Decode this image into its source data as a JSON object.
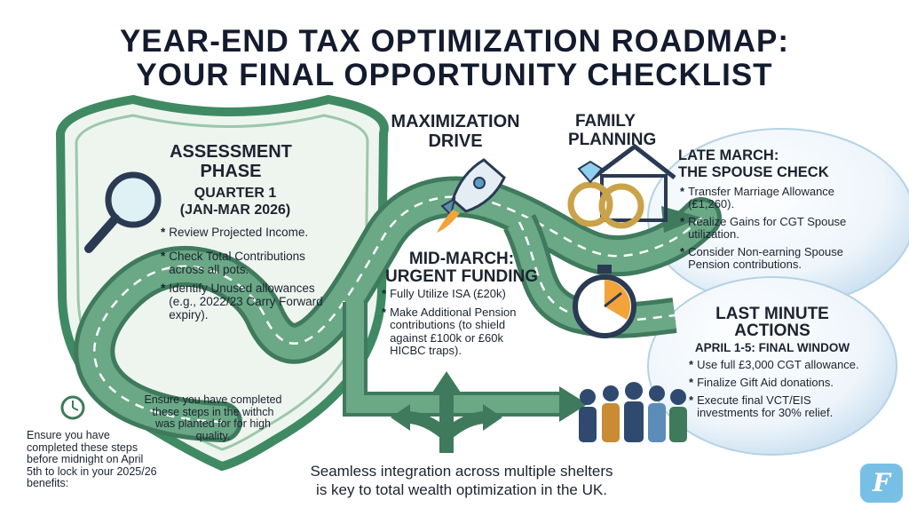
{
  "title": {
    "line1": "YEAR-END TAX OPTIMIZATION ROADMAP:",
    "line2": "YOUR FINAL OPPORTUNITY CHECKLIST"
  },
  "assessment": {
    "heading_line1": "ASSESSMENT",
    "heading_line2": "PHASE",
    "subheading_line1": "QUARTER 1",
    "subheading_line2": "(JAN-MAR 2026)",
    "bullets": [
      "Review Projected Income.",
      "Check Total Contributions across all pots.",
      "Identify Unused allowances (e.g., 2022/23 Carry Forward expiry)."
    ],
    "note": "Ensure you have completed these steps in the withch was planted for for high quality."
  },
  "maximization": {
    "heading_line1": "MAXIMIZATION",
    "heading_line2": "DRIVE"
  },
  "mid_march": {
    "heading_line1": "MID-MARCH:",
    "heading_line2": "URGENT FUNDING",
    "bullets": [
      "Fully Utilize ISA (£20k)",
      "Make Additional Pension contributions (to shield against £100k or £60k HICBC traps)."
    ]
  },
  "family": {
    "heading_line1": "FAMILY",
    "heading_line2": "PLANNING"
  },
  "late_march": {
    "heading_line1": "LATE MARCH:",
    "heading_line2": "THE SPOUSE CHECK",
    "bullets": [
      "Transfer Marriage Allowance (£1,260).",
      "Realize Gains for CGT Spouse utilization.",
      "Consider Non-earning Spouse Pension contributions."
    ]
  },
  "last_minute": {
    "heading_line1": "LAST MINUTE",
    "heading_line2": "ACTIONS",
    "subheading": "APRIL 1-5: FINAL WINDOW",
    "bullets": [
      "Use full £3,000 CGT allowance.",
      "Finalize Gift Aid donations.",
      "Execute final VCT/EIS investments for 30% relief."
    ]
  },
  "deadline_note": "Ensure you have completed these steps before midnight on April 5th to lock in your 2025/26 benefits:",
  "footer": {
    "line1": "Seamless integration across multiple shelters",
    "line2": "is key to total wealth optimization in the UK."
  },
  "logo_letter": "F",
  "bullet_symbol": "*",
  "icons": [
    "magnifier-icon",
    "rocket-icon",
    "rings-house-icon",
    "stopwatch-icon",
    "clock-icon",
    "people-icon",
    "direction-arrows-icon",
    "brand-logo-icon"
  ],
  "colors": {
    "road": "#5d9a7a",
    "road_dark": "#3f7a5d",
    "shield": "#3f8a63",
    "bubble": "#dcebf6",
    "logo": "#78bfe6",
    "title": "#151b2e"
  }
}
